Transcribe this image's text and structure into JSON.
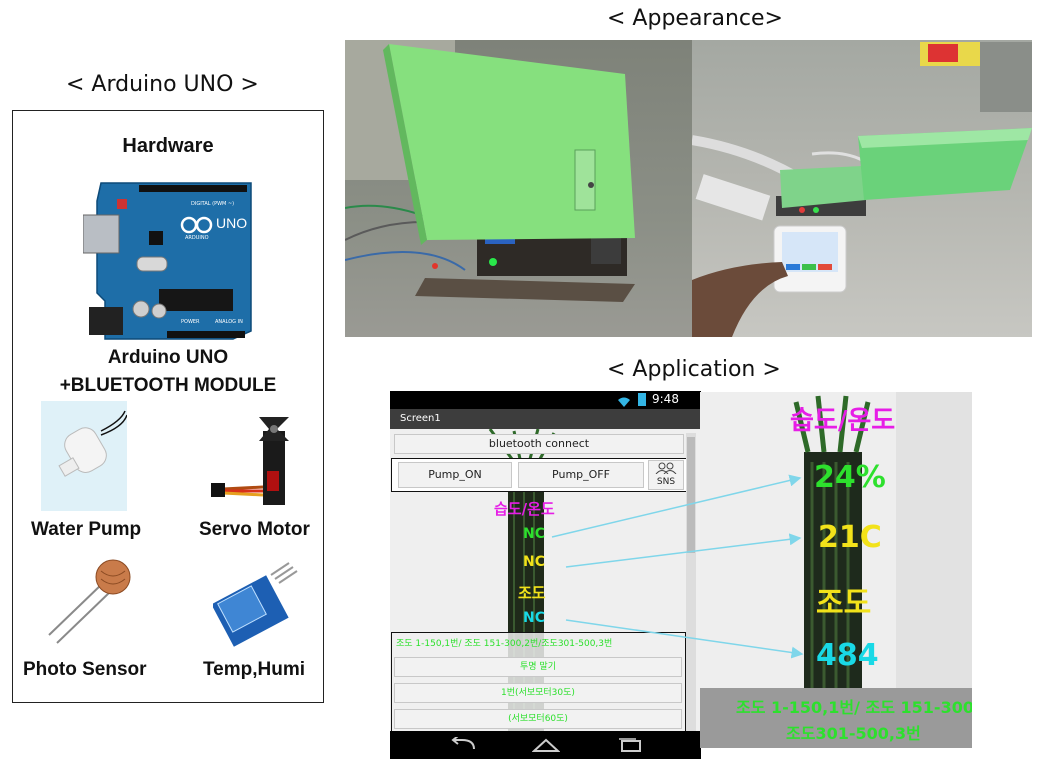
{
  "titles": {
    "arduino": "< Arduino UNO >",
    "appearance": "< Appearance>",
    "application": "< Application >"
  },
  "arduino_panel": {
    "hardware": "Hardware",
    "board_line1": "Arduino UNO",
    "board_line2": "+BLUETOOTH  MODULE",
    "board_text_digital": "DIGITAL (PWM ~)",
    "board_text_uno": "UNO",
    "board_text_arduino": "ARDUINO",
    "board_text_power": "POWER",
    "board_text_analog": "ANALOG IN",
    "water_pump": "Water Pump",
    "servo_motor": "Servo Motor",
    "photo_sensor": "Photo Sensor",
    "temp_humi": "Temp,Humi"
  },
  "phone": {
    "time": "9:48",
    "screen_name": "Screen1",
    "bluetooth_button": "bluetooth connect",
    "pump_on": "Pump_ON",
    "pump_off": "Pump_OFF",
    "sns": "SNS",
    "humid_temp_label": "습도/온도",
    "nc1": "NC",
    "nc2": "NC",
    "illum_label": "조도",
    "nc3": "NC",
    "illum_range": "조도 1-150,1번/ 조도 151-300,2번/조도301-500,3번",
    "btn_auto": "투명 말기",
    "btn_servo1": "1번(서보모터30도)",
    "btn_servo2": "(서보모터60도)"
  },
  "zoom_panel": {
    "humid_temp_label": "습도/온도",
    "humidity": "24%",
    "temperature": "21C",
    "illum_label": "조도",
    "illum_value": "484",
    "footer_line1": "조도 1-150,1번/ 조도 151-300,2번/",
    "footer_line2": "조도301-500,3번"
  },
  "colors": {
    "magenta": "#e61ee6",
    "green": "#2de02d",
    "yellow": "#f2e21a",
    "cyan": "#19d9e6",
    "arrow": "#7fd6ea",
    "board_blue": "#1e6ea8",
    "acrylic_green": "#7ee08a"
  },
  "icons": [
    "wifi-icon",
    "battery-icon",
    "back-icon",
    "home-icon",
    "recents-icon",
    "sns-people-icon"
  ]
}
